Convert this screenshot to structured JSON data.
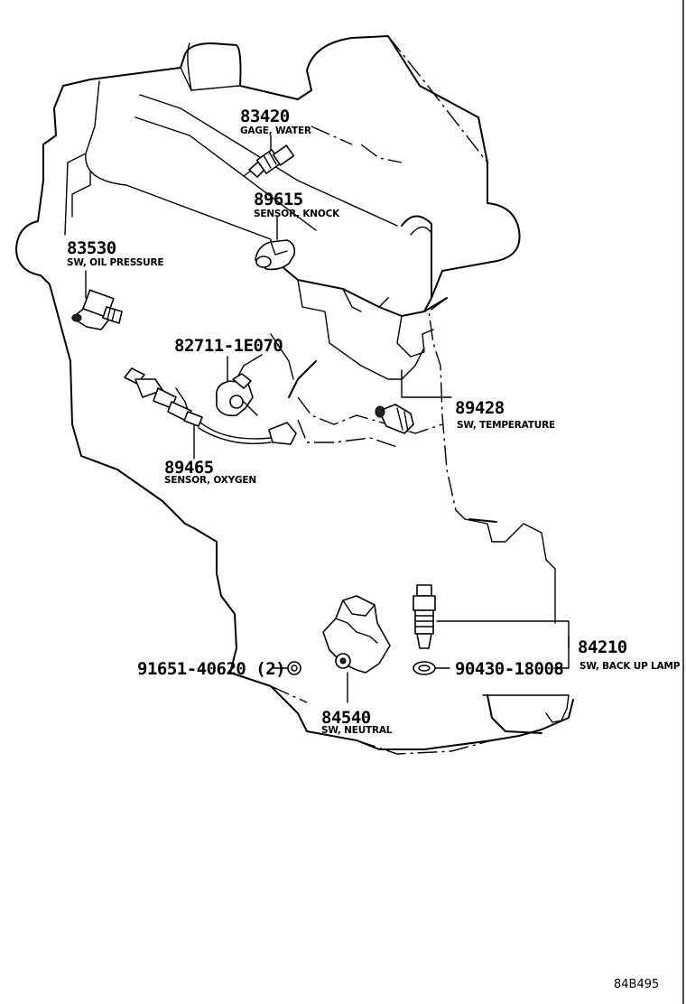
{
  "parts": {
    "p83420": {
      "number": "83420",
      "name": "GAGE, WATER"
    },
    "p89615": {
      "number": "89615",
      "name": "SENSOR, KNOCK"
    },
    "p83530": {
      "number": "83530",
      "name": "SW, OIL PRESSURE"
    },
    "p82711": {
      "number": "82711-1E070"
    },
    "p89428": {
      "number": "89428",
      "name": "SW, TEMPERATURE"
    },
    "p89465": {
      "number": "89465",
      "name": "SENSOR, OXYGEN"
    },
    "p91651": {
      "number": "91651-40620 (2)"
    },
    "p84540": {
      "number": "84540",
      "name": "SW, NEUTRAL"
    },
    "p84210": {
      "number": "84210",
      "name": "SW, BACK UP LAMP"
    },
    "p90430": {
      "number": "90430-18008"
    }
  },
  "diagram_code": "84B495"
}
